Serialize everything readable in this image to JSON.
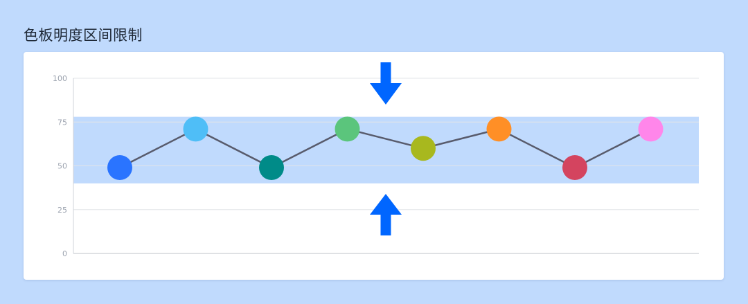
{
  "page": {
    "title": "色板明度区间限制"
  },
  "colors": {
    "background": "#c0dafd",
    "band": "#c0dafd",
    "arrow": "#0066ff",
    "line": "#585b6c",
    "grid": "#e3e5e8"
  },
  "icons": {
    "top_arrow": "arrow-down-icon",
    "bottom_arrow": "arrow-up-icon"
  },
  "chart_data": {
    "type": "line",
    "title": "",
    "xlabel": "",
    "ylabel": "",
    "ylim": [
      0,
      100
    ],
    "yticks": [
      0,
      25,
      50,
      75,
      100
    ],
    "grid": true,
    "x": [
      1,
      2,
      3,
      4,
      5,
      6,
      7,
      8
    ],
    "series": [
      {
        "values": [
          49,
          71,
          49,
          71,
          60,
          71,
          49,
          71
        ],
        "point_colors": [
          "#2a74ff",
          "#4fbef7",
          "#008b88",
          "#5bc57c",
          "#a8b81e",
          "#ff8f26",
          "#d4445f",
          "#ff86ea"
        ]
      }
    ],
    "range_band": [
      40,
      78
    ],
    "annotations": [
      "arrow-down above band",
      "arrow-up below band"
    ]
  }
}
